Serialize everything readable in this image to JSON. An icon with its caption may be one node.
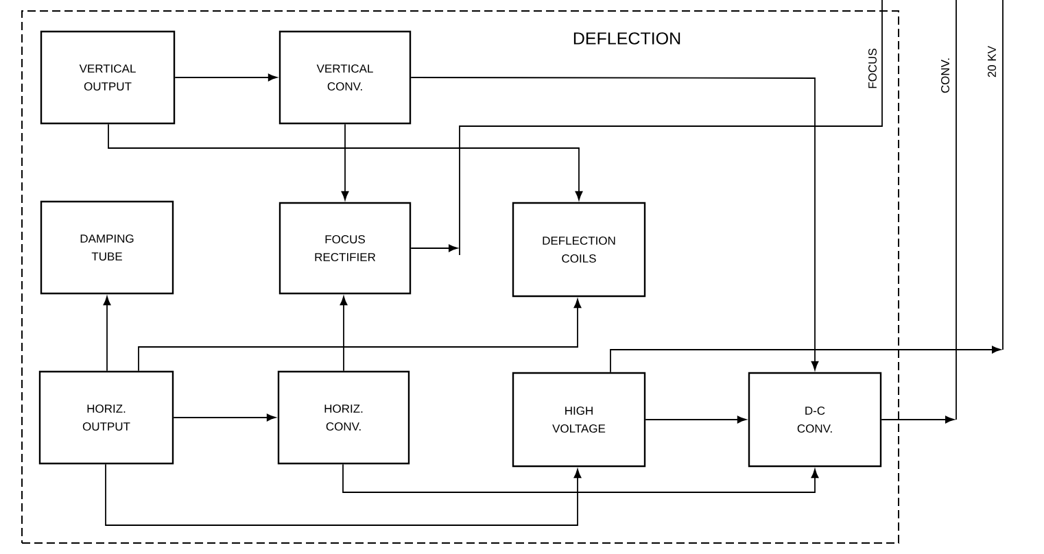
{
  "diagram": {
    "nodes": [
      {
        "text": [
          "DEFLECTION"
        ]
      },
      {
        "text": [
          "VERTICAL OUTPUT"
        ],
        "in": 0
      },
      {
        "text": [
          "VERTICAL CONV."
        ],
        "in": 0
      },
      {
        "text": [
          "DAMPING TUBE"
        ],
        "in": 0
      },
      {
        "text": [
          "FOCUS RECTIFIER"
        ],
        "in": 0
      },
      {
        "text": [
          "DEFLECTION COILS"
        ],
        "in": 0
      },
      {
        "text": [
          "HORIZ. OUTPUT"
        ],
        "in": 0
      },
      {
        "text": [
          "HORIZ. CONV."
        ],
        "in": 0
      },
      {
        "text": [
          "HIGH VOLTAGE"
        ],
        "in": 0
      },
      {
        "text": [
          "D-C CONV."
        ],
        "in": 0
      }
    ],
    "edges": [
      {
        "from": 1,
        "to": 2,
        "arrow": "to"
      },
      {
        "from": 1,
        "to": 5,
        "arrow": "to"
      },
      {
        "from": 2,
        "to": 4,
        "arrow": "to"
      },
      {
        "from": 2,
        "to": 9,
        "arrow": "to"
      },
      {
        "from": 4,
        "to": null,
        "arrow": "to"
      },
      {
        "from": 9,
        "to": null,
        "arrow": "to"
      },
      {
        "from": 8,
        "to": null,
        "arrow": "to"
      },
      {
        "from": 6,
        "to": 3,
        "arrow": "to"
      },
      {
        "from": 6,
        "to": 5,
        "arrow": "to"
      },
      {
        "from": 7,
        "to": 4,
        "arrow": "to"
      },
      {
        "from": 6,
        "to": 7,
        "arrow": "to"
      },
      {
        "from": 8,
        "to": 9,
        "arrow": "to"
      },
      {
        "from": 7,
        "to": 9,
        "arrow": "to"
      },
      {
        "from": 6,
        "to": 8,
        "arrow": "to"
      }
    ],
    "labels": [
      "FOCUS",
      "CONV.",
      "20 KV"
    ]
  }
}
